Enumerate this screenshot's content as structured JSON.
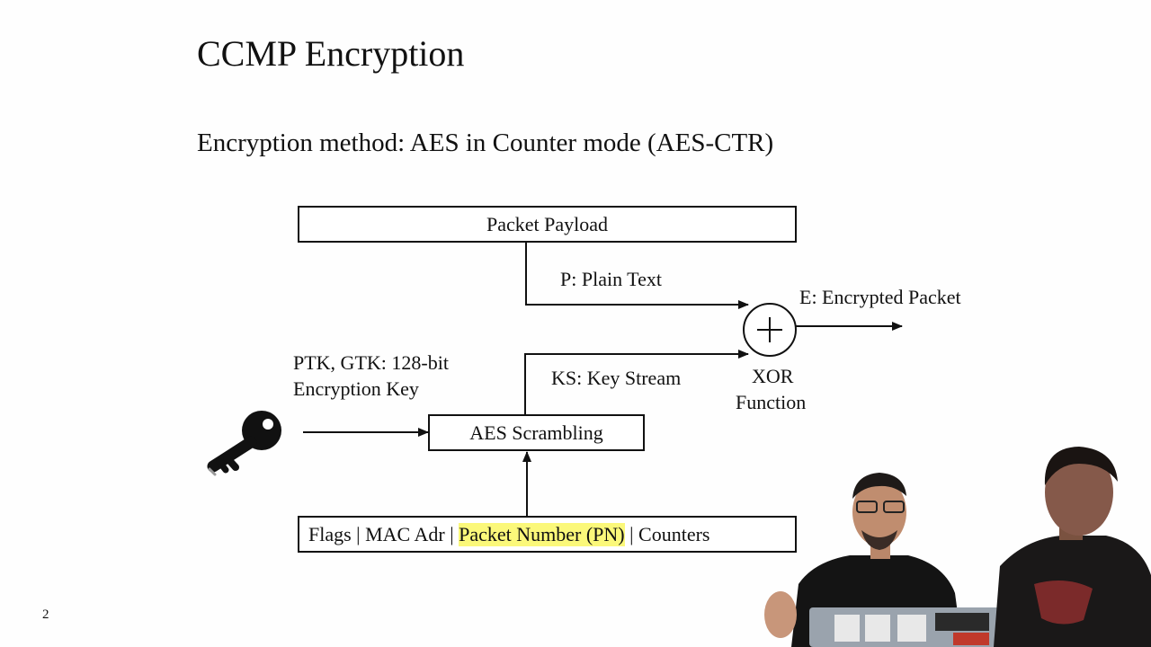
{
  "slide": {
    "title": "CCMP Encryption",
    "subtitle": "Encryption method: AES in Counter mode (AES-CTR)",
    "page_number": "2"
  },
  "diagram": {
    "payload_box": "Packet Payload",
    "plain_text_label": "P: Plain Text",
    "encrypted_label": "E: Encrypted Packet",
    "xor_line1": "XOR",
    "xor_line2": "Function",
    "key_line1": "PTK, GTK: 128-bit",
    "key_line2": "Encryption Key",
    "key_stream_label": "KS: Key Stream",
    "aes_box": "AES Scrambling",
    "counter_parts": {
      "before": "Flags | MAC Adr | ",
      "highlight": "Packet Number (PN)",
      "after": " | Counters"
    },
    "highlight_color": "#fbf87a"
  },
  "icons": [
    "key-icon",
    "xor-icon"
  ]
}
